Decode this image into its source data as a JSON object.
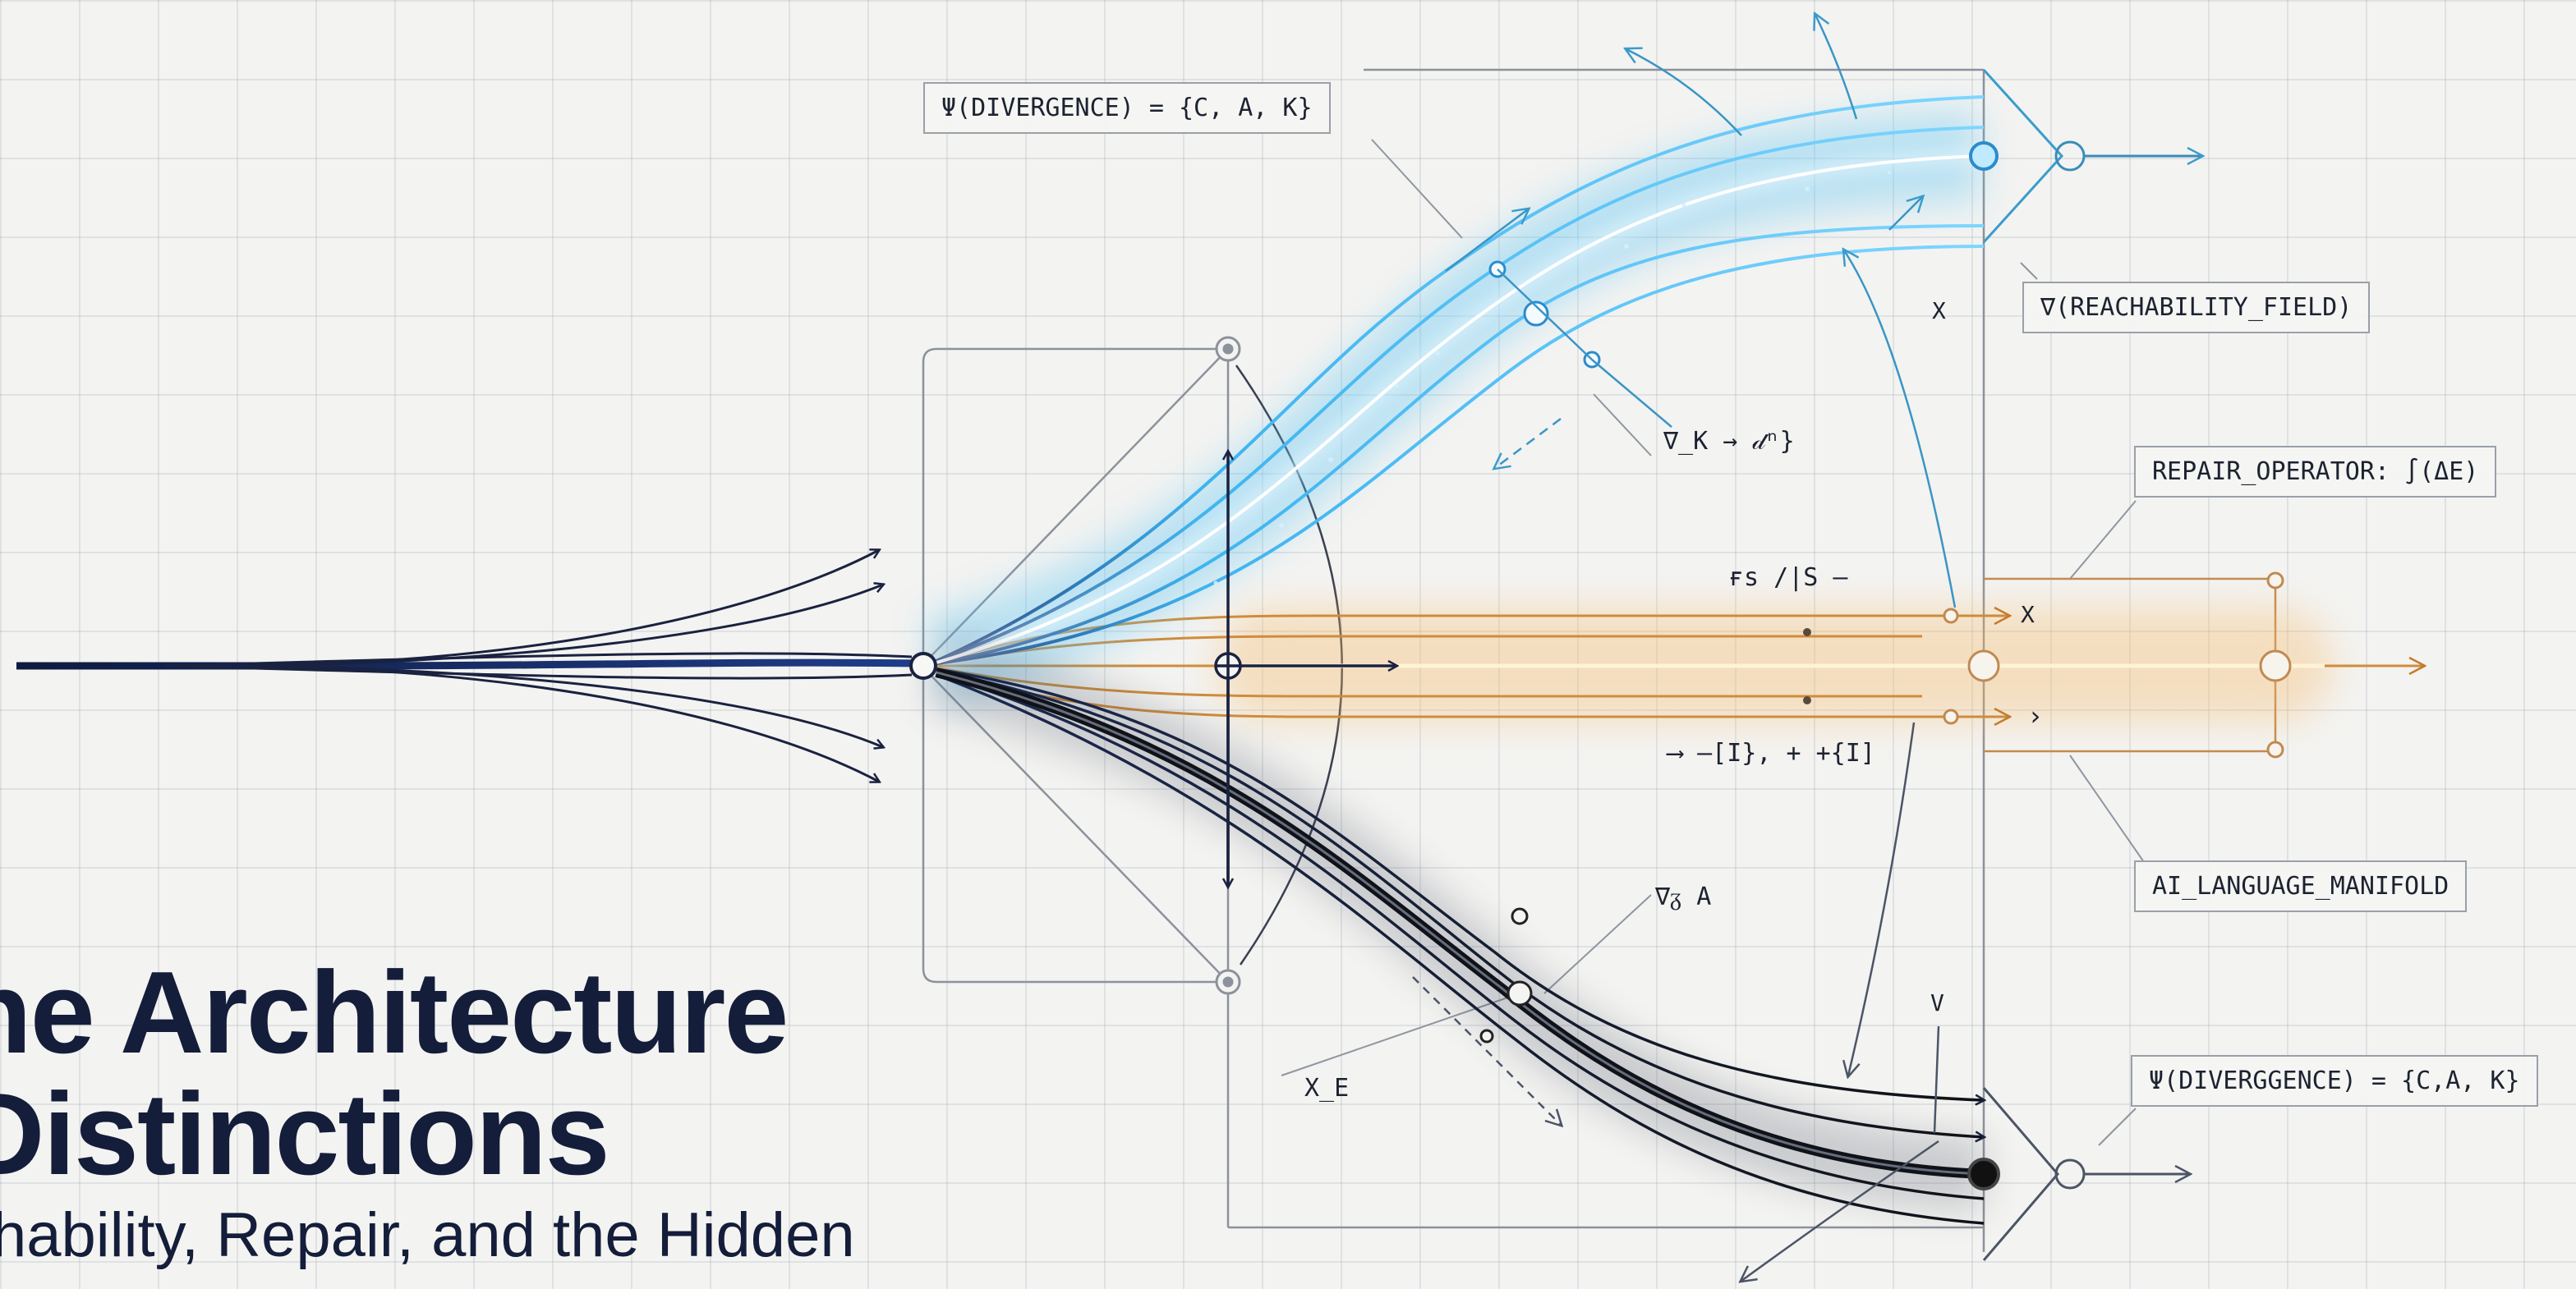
{
  "title": {
    "line1": "ne Architecture",
    "line2": " Distinctions",
    "subtitle": "chability, Repair, and the Hidden"
  },
  "labels": {
    "psi_top": "Ψ(DIVERGENCE) = {C, A, K}",
    "reachability_field": "∇(REACHABILITY_FIELD)",
    "repair_operator": "REPAIR_OPERATOR: ∫(ΔE)",
    "ai_language_manifold": "AI_LANGUAGE_MANIFOLD",
    "psi_bottom": "Ψ(DIVERGGENCE) = {C,A, K}"
  },
  "annotations": {
    "grad_k": "∇_K → 𝒹ⁿ}",
    "x_upper": "X",
    "f_s": "ғs /|S –",
    "x_mid": "X",
    "arrow_mid": "›",
    "brackets": "⟶ –[I}, + +{I]",
    "grad_a": "∇ᵹ A",
    "v": "V",
    "x_e": "X_E"
  },
  "colors": {
    "ink": "#141d3a",
    "blue_stream": "#2aa6ea",
    "orange_stream": "#f0a040",
    "dark_stream": "#1b1f2a",
    "grid": "#c9ced6",
    "background": "#f3f3f1"
  }
}
